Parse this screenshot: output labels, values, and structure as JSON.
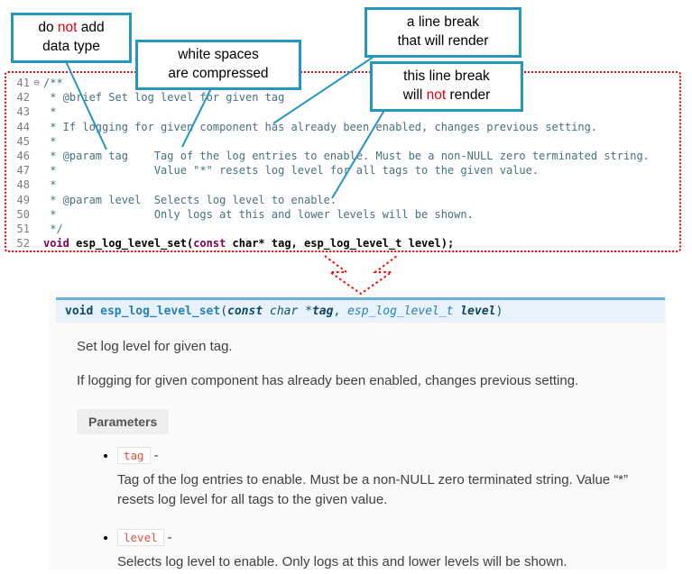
{
  "colors": {
    "callout_border": "#2596be",
    "connector_line": "#2596be",
    "highlight_red": "#e8000d",
    "code_border_dotted": "#ff0000",
    "comment_text": "#46707f",
    "keyword_text": "#7f0055",
    "signature_background": "#e7f2fa",
    "signature_top_border": "#6ab0de",
    "doc_accent_blue": "#2980b9",
    "param_literal_red": "#e74c3c"
  },
  "callouts": {
    "c1": {
      "pre": "do ",
      "not": "not",
      "post": " add",
      "line2": "data type"
    },
    "c2": {
      "line1": "white spaces",
      "line2": "are  compressed"
    },
    "c3": {
      "line1": "a line break",
      "line2": "that will render"
    },
    "c4": {
      "line1": "this line break",
      "pre": "will ",
      "not": "not",
      "post": " render"
    }
  },
  "code": {
    "lines": [
      {
        "num": "41",
        "fold": "⊖",
        "text": "/**"
      },
      {
        "num": "42",
        "text": " * @brief Set log level for given tag"
      },
      {
        "num": "43",
        "text": " *"
      },
      {
        "num": "44",
        "text": " * If logging for given component has already been enabled, changes previous setting."
      },
      {
        "num": "45",
        "text": " *"
      },
      {
        "num": "46",
        "text": " * @param tag    Tag of the log entries to enable. Must be a non-NULL zero terminated string."
      },
      {
        "num": "47",
        "text": " *               Value \"*\" resets log level for all tags to the given value."
      },
      {
        "num": "48",
        "text": " *"
      },
      {
        "num": "49",
        "text": " * @param level  Selects log level to enable."
      },
      {
        "num": "50",
        "text": " *               Only logs at this and lower levels will be shown."
      },
      {
        "num": "51",
        "text": " */"
      },
      {
        "num": "52"
      }
    ],
    "line52": {
      "kw1": "void",
      "mid": " esp_log_level_set(",
      "kw2": "const",
      "rest": " char* tag, esp_log_level_t level);"
    }
  },
  "docs": {
    "signature": {
      "ret": "void",
      "space": " ",
      "name": "esp_log_level_set",
      "open": "(",
      "const_kw": "const",
      "type1": " char *",
      "param1": "tag",
      "sep": ", ",
      "type2": "esp_log_level_t ",
      "param2": "level",
      "close": ")"
    },
    "para1": "Set log level for given tag.",
    "para2": "If logging for given component has already been enabled, changes previous setting.",
    "parameters_label": "Parameters",
    "params": [
      {
        "name": "tag",
        "sep": "-",
        "desc": "Tag of the log entries to enable. Must be a non-NULL zero terminated string. Value “*” resets log level for all tags to the given value."
      },
      {
        "name": "level",
        "sep": "-",
        "desc": "Selects log level to enable. Only logs at this and lower levels will be shown."
      }
    ]
  }
}
